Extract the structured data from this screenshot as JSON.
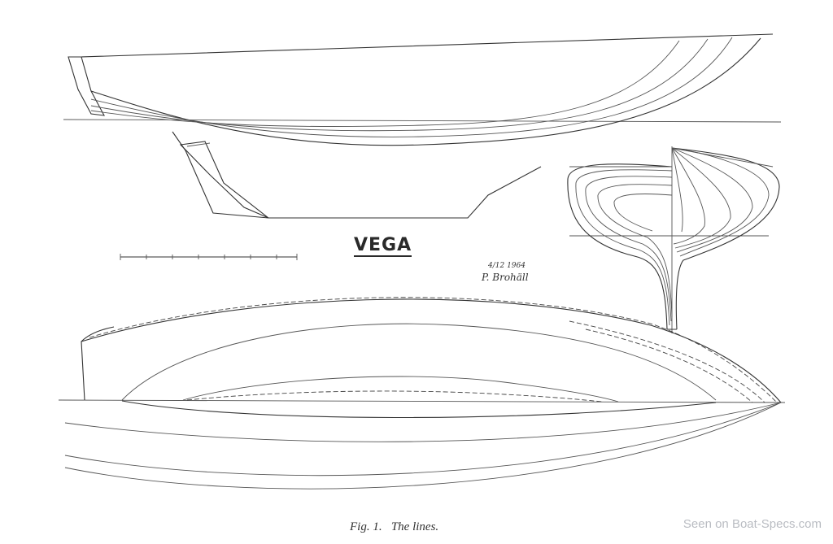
{
  "drawing": {
    "title": "VEGA",
    "date": "4/12 1964",
    "signature": "P. Brohäll",
    "caption": "Fig. 1.   The lines.",
    "watermark": "Seen on Boat-Specs.com"
  },
  "colors": {
    "line": "#333333",
    "background": "#ffffff",
    "watermark": "#b9bcc2"
  }
}
